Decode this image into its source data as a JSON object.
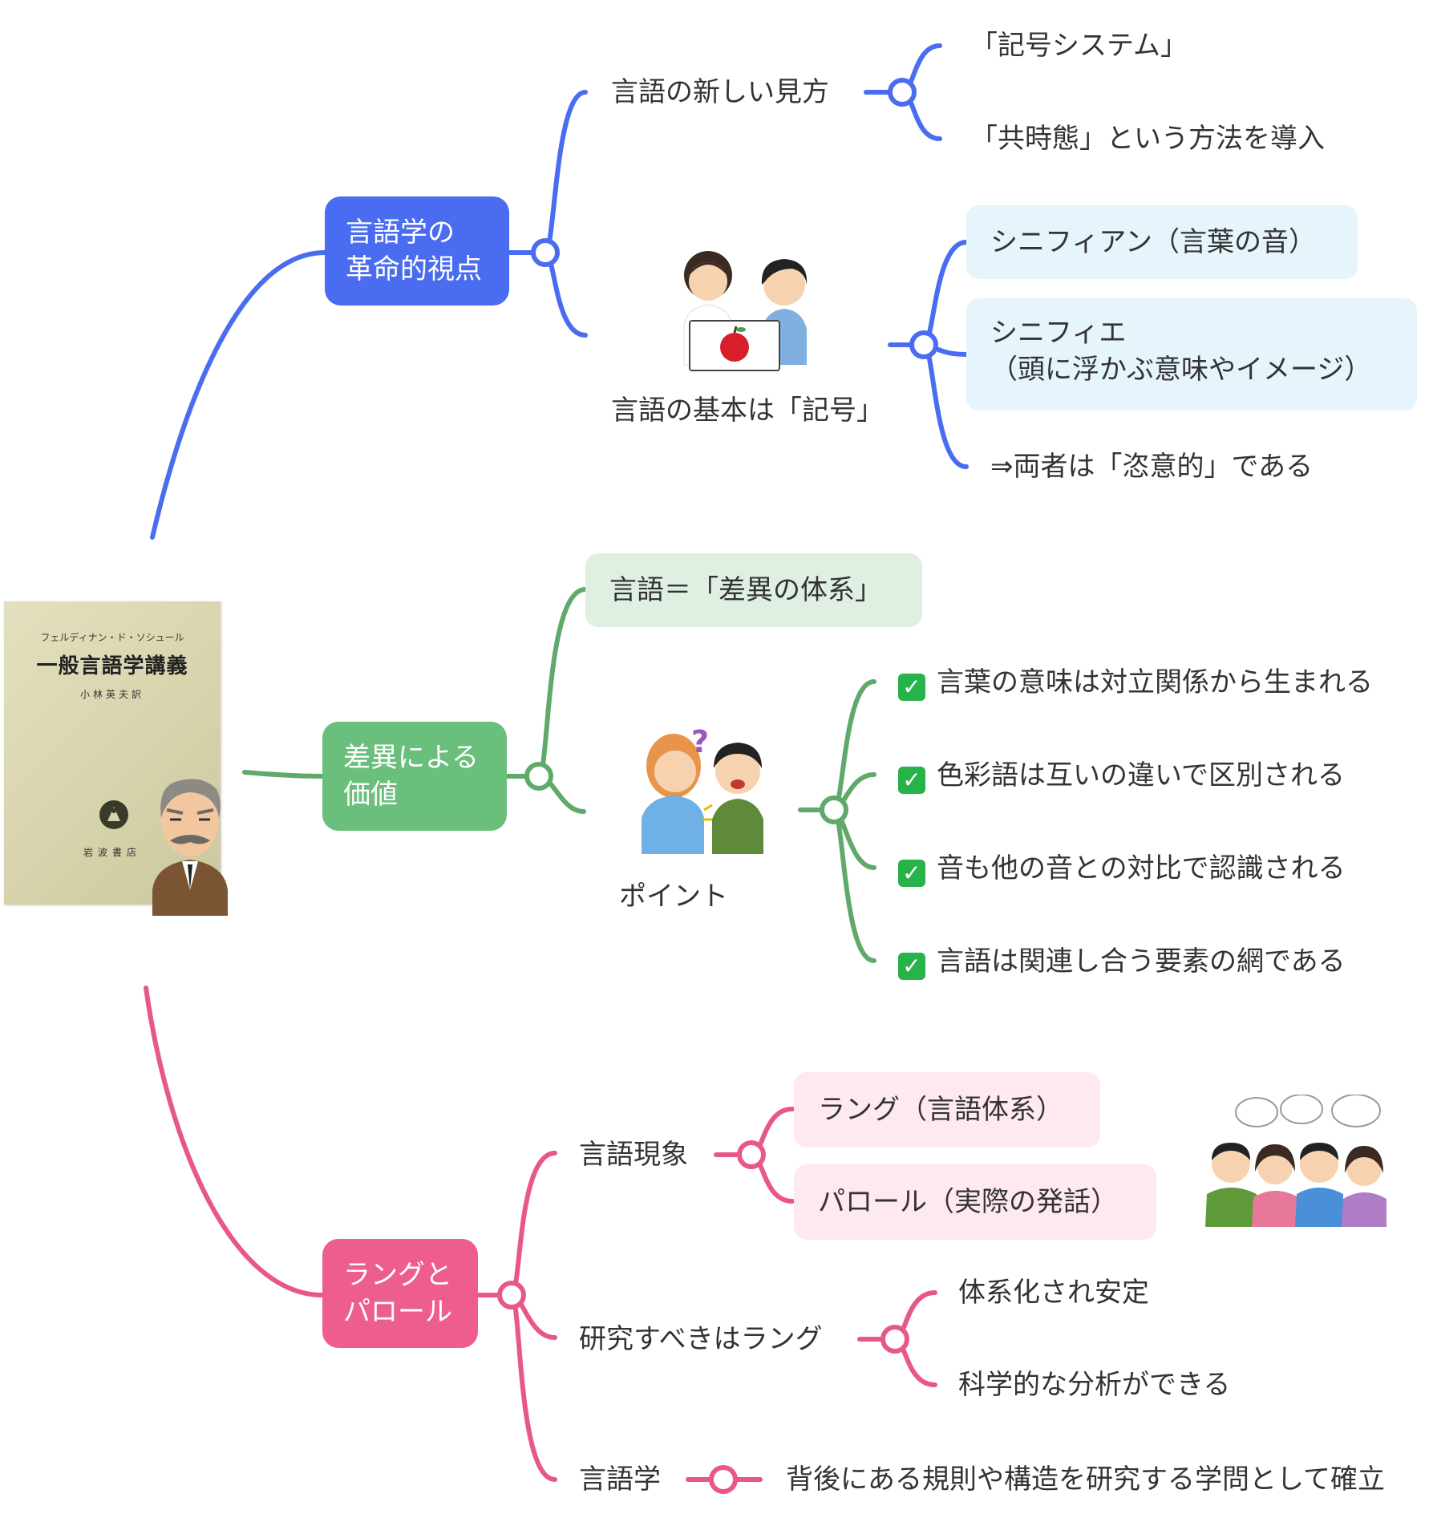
{
  "colors": {
    "blue": "#4a6cf0",
    "green": "#5faa6a",
    "pink": "#e8578a"
  },
  "root": {
    "author": "フェルディナン・ド・ソシュール",
    "title": "一般言語学講義",
    "translator": "小林英夫訳",
    "publisher": "岩波書店"
  },
  "branch1": {
    "label_line1": "言語学の",
    "label_line2": "革命的視点",
    "children": [
      {
        "label": "言語の新しい見方",
        "children": [
          "「記号システム」",
          "「共時態」という方法を導入"
        ]
      },
      {
        "label": "言語の基本は「記号」",
        "children": [
          "シニフィアン（言葉の音）",
          "シニフィエ",
          "（頭に浮かぶ意味やイメージ）",
          "⇒両者は「恣意的」である"
        ]
      }
    ]
  },
  "branch2": {
    "label_line1": "差異による",
    "label_line2": "価値",
    "children": [
      {
        "label": "言語＝「差異の体系」"
      },
      {
        "label": "ポイント",
        "children": [
          "言葉の意味は対立関係から生まれる",
          "色彩語は互いの違いで区別される",
          "音も他の音との対比で認識される",
          "言語は関連し合う要素の網である"
        ]
      }
    ]
  },
  "branch3": {
    "label_line1": "ラングと",
    "label_line2": "パロール",
    "children": [
      {
        "label": "言語現象",
        "children": [
          "ラング（言語体系）",
          "パロール（実際の発話）"
        ]
      },
      {
        "label": "研究すべきはラング",
        "children": [
          "体系化され安定",
          "科学的な分析ができる"
        ]
      },
      {
        "label": "言語学",
        "children": [
          "背後にある規則や構造を研究する学問として確立"
        ]
      }
    ]
  },
  "icons": {
    "check": "✓"
  }
}
